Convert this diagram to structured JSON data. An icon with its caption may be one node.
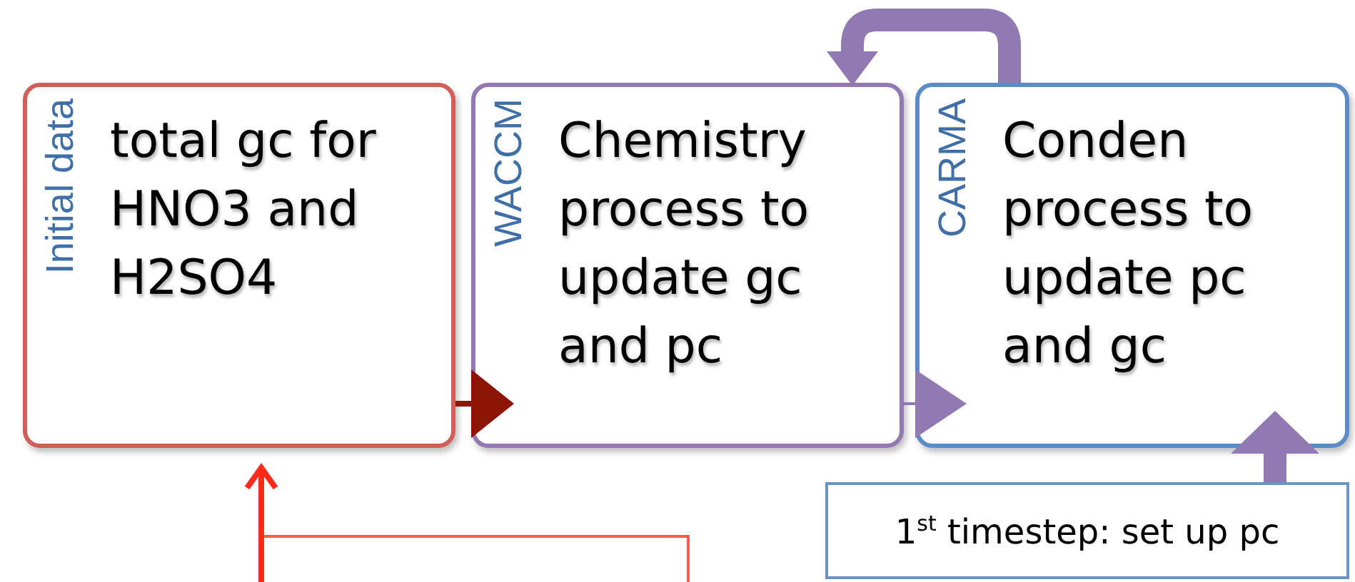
{
  "diagram": {
    "nodes": [
      {
        "text": [
          "Initial data",
          "total gc for HNO3 and H2SO4"
        ]
      },
      {
        "text": [
          "WACCM",
          "Chemistry process to update gc and pc"
        ]
      },
      {
        "text": [
          "CARMA",
          "Conden process to update pc and gc"
        ]
      },
      {
        "text": [
          "1$^{st}$ timestep: set up pc"
        ]
      },
      {
        "text": [],
        "shape": "box"
      }
    ],
    "edges": [
      {
        "from": 0,
        "to": 1,
        "arrow": "to",
        "color": "#8e1506"
      },
      {
        "from": 1,
        "to": 2,
        "arrow": "to"
      },
      {
        "from": 2,
        "to": 1,
        "arrow": "to",
        "style": "thick"
      },
      {
        "from": 3,
        "to": 2,
        "arrow": "to",
        "style": "thick"
      },
      {
        "from": 4,
        "to": 0,
        "arrow": "to",
        "color": "#ff2a1a"
      }
    ]
  }
}
